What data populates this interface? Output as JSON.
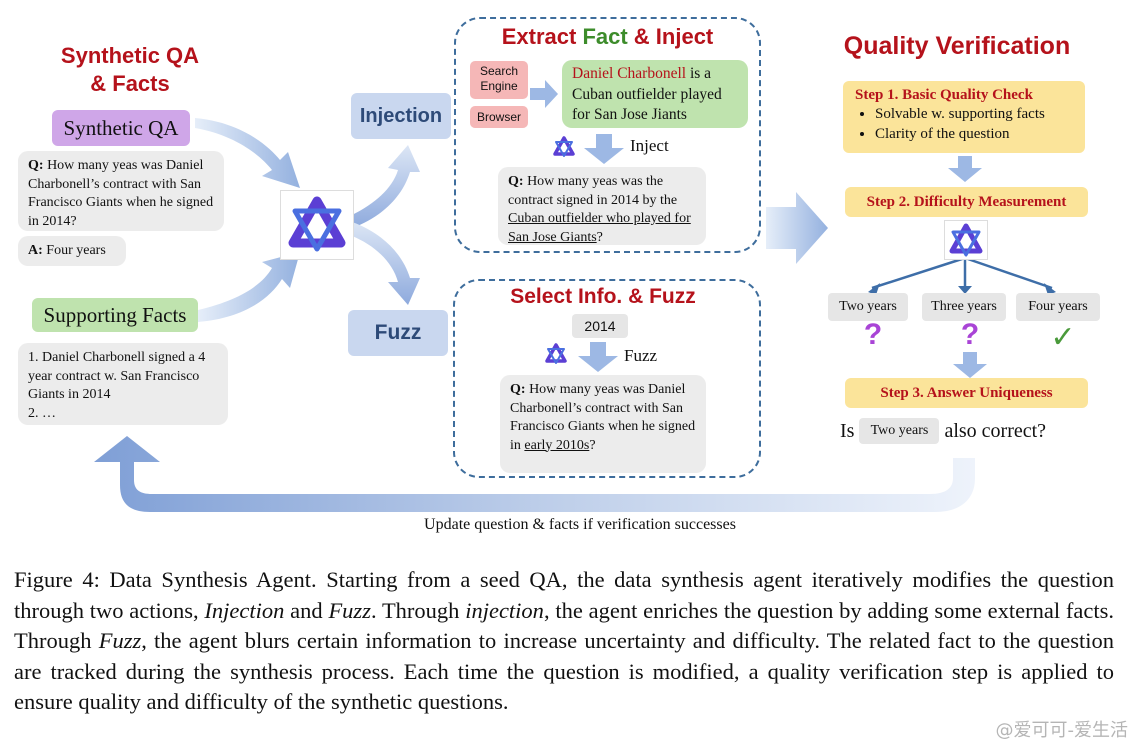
{
  "left": {
    "title_line1": "Synthetic QA",
    "title_line2": "& Facts",
    "synthetic_qa_label": "Synthetic QA",
    "question_prefix": "Q:",
    "question_text": " How many yeas was Daniel Charbonell’s contract with San Francisco Giants when he signed in 2014?",
    "answer_prefix": "A:",
    "answer_text": " Four years",
    "supporting_facts_label": "Supporting Facts",
    "fact1": "1. Daniel Charbonell signed a 4 year contract w. San Francisco Giants in 2014",
    "fact2": "2. …"
  },
  "actions": {
    "injection": "Injection",
    "fuzz": "Fuzz"
  },
  "inject_panel": {
    "title_a": "Extract ",
    "title_b": "Fact",
    "title_c": " & Inject",
    "search_engine": "Search Engine",
    "browser": "Browser",
    "fact_name": "Daniel Charbonell",
    "fact_rest": " is a Cuban outfielder played for San Jose Jiants",
    "inject_label": "Inject",
    "question_prefix": "Q:",
    "question_plain": " How many yeas was the contract signed in 2014 by the ",
    "question_underlined": "Cuban outfielder who played for San Jose Giants",
    "question_end": "?"
  },
  "fuzz_panel": {
    "title": "Select Info. & Fuzz",
    "year_chip": "2014",
    "fuzz_label": "Fuzz",
    "question_prefix": "Q:",
    "question_plain": " How many yeas was Daniel Charbonell’s contract with San Francisco Giants when he signed in ",
    "question_underlined": "early 2010s",
    "question_end": "?"
  },
  "verification": {
    "title": "Quality Verification",
    "step1_title": "Step 1. Basic Quality Check",
    "step1_bullets": [
      "Solvable w. supporting facts",
      "Clarity of the question"
    ],
    "step2_title": "Step 2. Difficulty Measurement",
    "answers": [
      "Two years",
      "Three years",
      "Four years"
    ],
    "marks": [
      "?",
      "?",
      "✓"
    ],
    "step3_title": "Step 3. Answer Uniqueness",
    "unique_is": "Is",
    "unique_chip": "Two years",
    "unique_rest": "also correct?"
  },
  "loop_label": "Update question & facts if verification successes",
  "caption": {
    "p1": "Figure 4: Data Synthesis Agent. Starting from a seed QA, the data synthesis agent iteratively modifies the question through two actions, ",
    "i1": "Injection",
    "p2": " and ",
    "i2": "Fuzz",
    "p3": ". Through ",
    "i3": "injection",
    "p4": ", the agent enriches the question by adding some external facts. Through ",
    "i4": "Fuzz",
    "p5": ", the agent blurs certain information to increase uncertainty and difficulty. The related fact to the question are tracked during the synthesis process. Each time the question is modified, a quality verification step is applied to ensure quality and difficulty of the synthetic questions."
  },
  "watermark": "@爱可可-爱生活",
  "colors": {
    "title_red": "#b5121b",
    "fact_green": "#3d8c2b",
    "arrow_blue": "#9db8e4",
    "dash_blue": "#3e6d9c",
    "qwen_purple": "#5b3fd4"
  }
}
